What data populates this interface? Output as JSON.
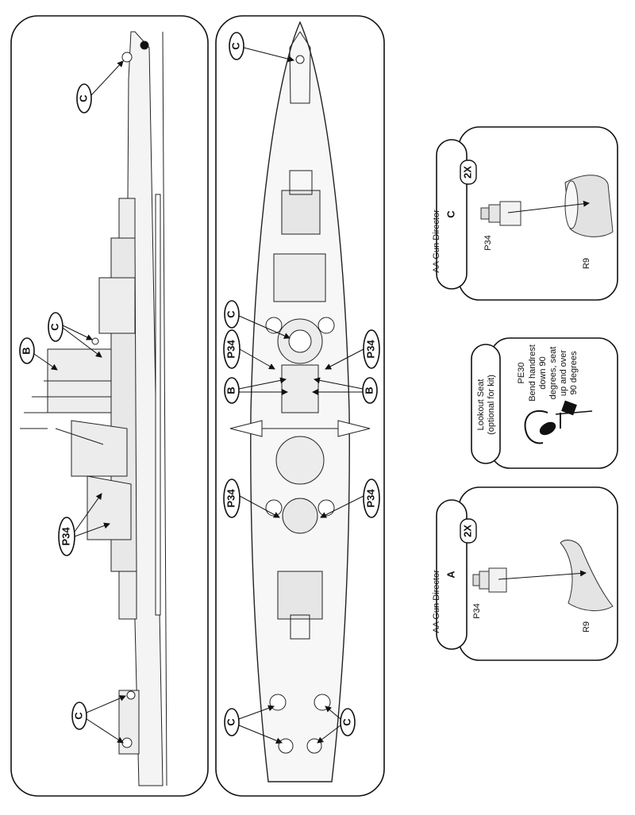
{
  "callouts": {
    "side_c_top": "C",
    "side_c_mid": "C",
    "side_b": "B",
    "side_p34": "P34",
    "side_c_bottom": "C",
    "top_c_top": "C",
    "top_c_mid": "C",
    "top_p34_left_upper": "P34",
    "top_p34_right_upper": "P34",
    "top_b_left": "B",
    "top_b_right": "B",
    "top_p34_left_lower": "P34",
    "top_p34_right_lower": "P34",
    "top_c_bottom_left": "C",
    "top_c_bottom_right": "C"
  },
  "panels": {
    "c": {
      "letter": "C",
      "title": "AA Gun Director",
      "qty": "2X",
      "part_a": "P34",
      "part_b": "R9"
    },
    "seat": {
      "title_line1": "Lookout Seat",
      "title_line2": "(optional for kit)",
      "part": "PE30",
      "note_line1": "Bend handrest",
      "note_line2": "down 90",
      "note_line3": "degrees, seat",
      "note_line4": "up and over",
      "note_line5": "90 degrees"
    },
    "a": {
      "letter": "A",
      "title": "AA Gun Director",
      "qty": "2X",
      "part_a": "P34",
      "part_b": "R9"
    }
  }
}
